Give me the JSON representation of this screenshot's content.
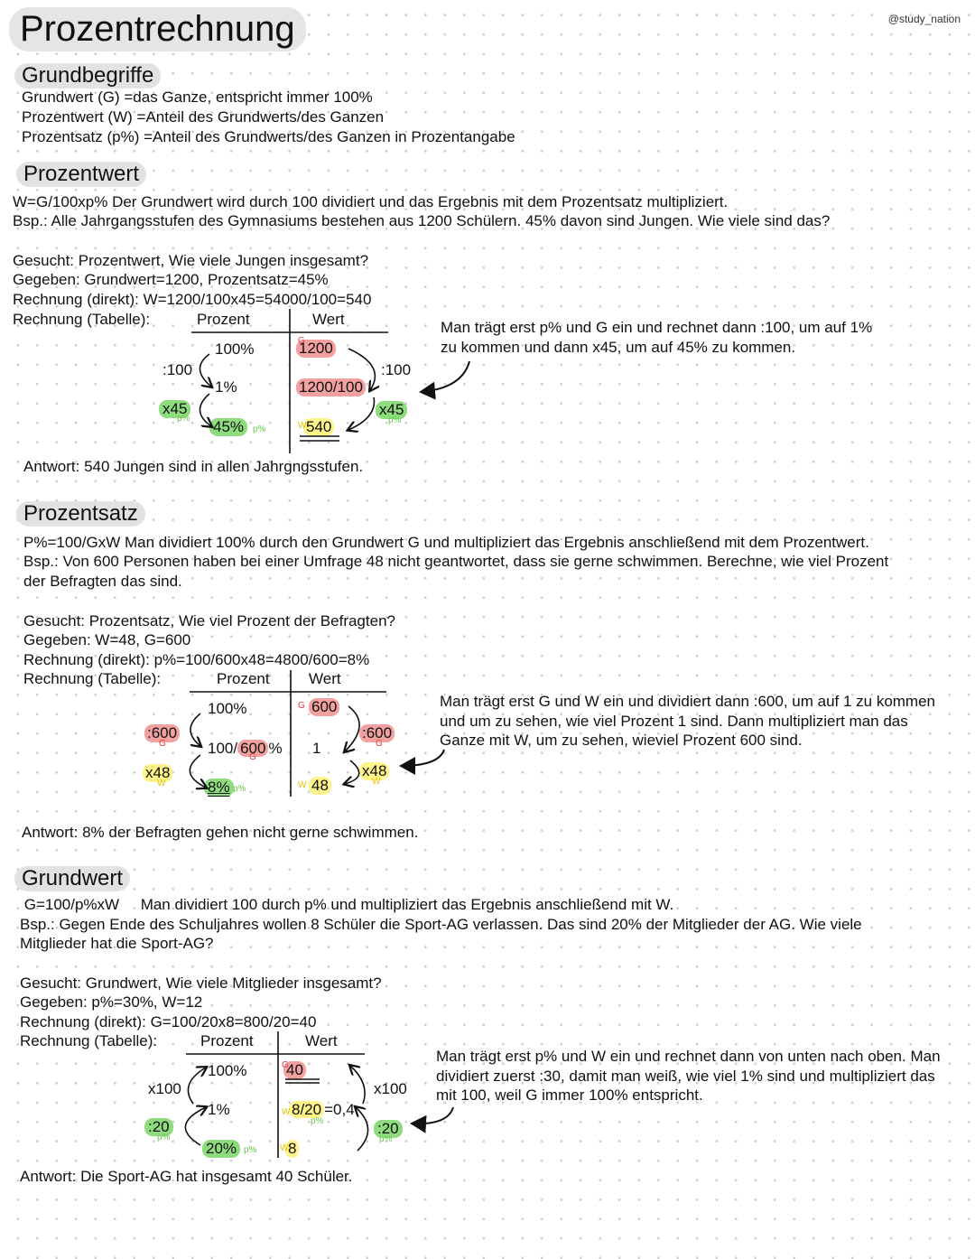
{
  "title": "Prozentrechnung",
  "handle": "@study_nation",
  "grund": {
    "heading": "Grundbegriffe",
    "lines": [
      "Grundwert (G) =das Ganze, entspricht immer 100%",
      "Prozentwert (W) =Anteil des Grundwerts/des Ganzen",
      "Prozentsatz (p%) =Anteil des Grundwerts/des Ganzen in Prozentangabe"
    ]
  },
  "s1": {
    "heading": "Prozentwert",
    "lines": [
      "W=G/100xp%   Der Grundwert wird durch 100 dividiert und das Ergebnis mit dem Prozentsatz multipliziert.",
      "Bsp.: Alle Jahrgangsstufen des Gymnasiums bestehen aus 1200 Schülern. 45% davon sind Jungen. Wie viele sind das?"
    ],
    "gesucht": "Gesucht: Prozentwert, Wie viele Jungen insgesamt?",
    "gegeben": "Gegeben: Grundwert=1200, Prozentsatz=45%",
    "direkt": "Rechnung (direkt): W=1200/100x45=54000/100=540",
    "tabelle": "Rechnung (Tabelle):",
    "col_p": "Prozent",
    "col_w": "Wert",
    "p": [
      "100%",
      "1%",
      "45%"
    ],
    "w": [
      "1200",
      "1200/100",
      "540"
    ],
    "op_left": [
      ":100",
      "x45"
    ],
    "op_right": [
      ":100",
      "x45"
    ],
    "marks": {
      "g": "G",
      "w": "W",
      "p": "p%"
    },
    "note": "Man trägt erst p% und G ein und rechnet dann :100, um auf 1% zu kommen und dann x45, um auf 45% zu kommen.",
    "antwort": "Antwort: 540 Jungen sind in allen Jahrgngsstufen."
  },
  "s2": {
    "heading": "Prozentsatz",
    "lines": [
      "P%=100/GxW     Man dividiert 100% durch den Grundwert G und multipliziert das Ergebnis anschließend mit dem Prozentwert.",
      "Bsp.: Von 600 Personen haben bei einer Umfrage 48 nicht geantwortet, dass sie gerne schwimmen. Berechne, wie viel Prozent",
      "der Befragten das sind."
    ],
    "gesucht": "Gesucht: Prozentsatz, Wie viel Prozent der Befragten?",
    "gegeben": "Gegeben: W=48, G=600",
    "direkt": "Rechnung (direkt): p%=100/600x48=4800/600=8%",
    "tabelle": "Rechnung (Tabelle):",
    "col_p": "Prozent",
    "col_w": "Wert",
    "p": [
      "100%",
      "100/",
      "600",
      "%",
      "8%"
    ],
    "w": [
      "600",
      "1",
      "48"
    ],
    "op_left": [
      ":600",
      "x48"
    ],
    "op_right": [
      ":600",
      "x48"
    ],
    "marks": {
      "g": "G",
      "w": "W",
      "p": "p%"
    },
    "note": "Man trägt erst G und W ein und dividiert dann :600, um auf 1 zu kommen und um zu sehen, wie viel Prozent 1 sind. Dann multipliziert man das Ganze mit W, um zu sehen, wieviel Prozent 600 sind.",
    "antwort": "Antwort: 8% der Befragten gehen nicht gerne schwimmen."
  },
  "s3": {
    "heading": "Grundwert",
    "lines": [
      " G=100/p%xW     Man dividiert 100 durch p% und multipliziert das Ergebnis anschließend mit W.",
      "Bsp.: Gegen Ende des Schuljahres wollen 8 Schüler die Sport-AG verlassen. Das sind 20% der Mitglieder der AG. Wie viele",
      "Mitglieder hat die Sport-AG?"
    ],
    "gesucht": "Gesucht: Grundwert, Wie viele Mitglieder insgesamt?",
    "gegeben": "Gegeben: p%=30%, W=12",
    "direkt": "Rechnung (direkt): G=100/20x8=800/20=40",
    "tabelle": "Rechnung (Tabelle):",
    "col_p": "Prozent",
    "col_w": "Wert",
    "p": [
      "100%",
      "1%",
      "20%"
    ],
    "w": [
      "40",
      "8/20",
      "=0,4",
      "8"
    ],
    "op_left": [
      "x100",
      ":20"
    ],
    "op_right": [
      "x100",
      ":20"
    ],
    "marks": {
      "g": "G",
      "w": "W",
      "p": "p%"
    },
    "note": "Man trägt erst p% und W ein und rechnet dann von unten nach oben. Man dividiert zuerst :30, damit man weiß, wie viel 1% sind und multipliziert das mit 100, weil G immer 100% entspricht.",
    "antwort": "Antwort: Die Sport-AG hat insgesamt 40 Schüler."
  },
  "colors": {
    "red_highlight": "#f2a0a0",
    "green_highlight": "#8fdc7e",
    "yellow_highlight": "#fff48a",
    "heading_bg": "#e2e2e2"
  }
}
